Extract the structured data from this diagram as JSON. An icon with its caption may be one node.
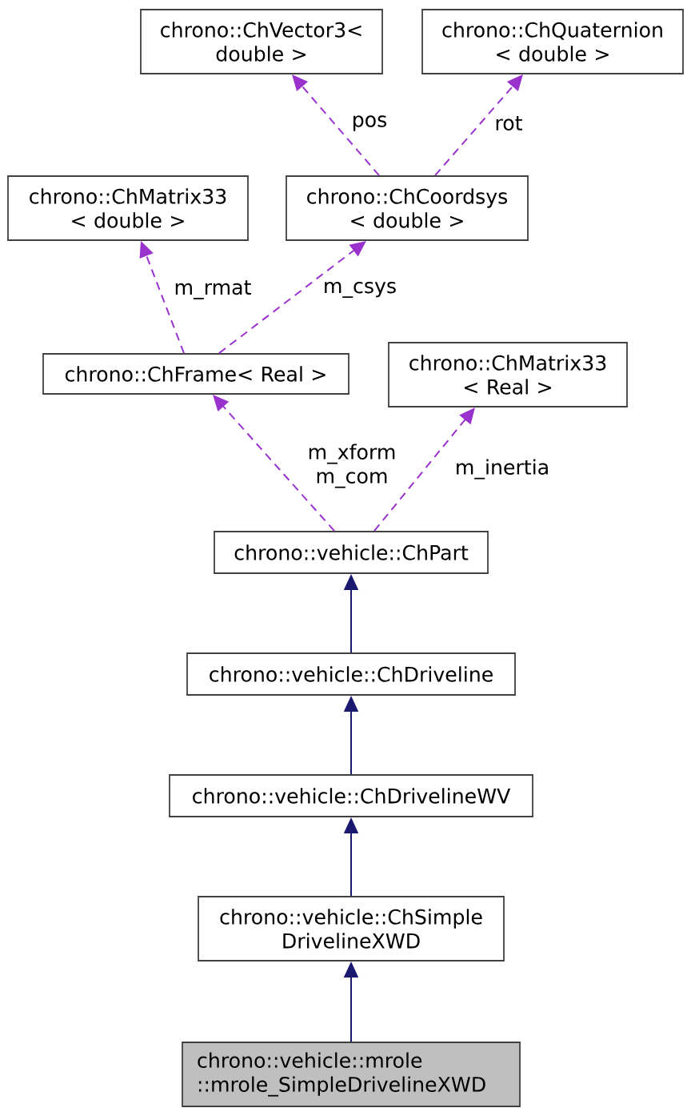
{
  "diagram": {
    "nodes": [
      {
        "text": [
          "chrono::ChVector3< double >"
        ]
      },
      {
        "text": [
          "chrono::ChQuaternion < double >"
        ]
      },
      {
        "text": [
          "chrono::ChMatrix33 < double >"
        ]
      },
      {
        "text": [
          "chrono::ChCoordsys < double >"
        ]
      },
      {
        "text": [
          "chrono::ChFrame< Real >"
        ]
      },
      {
        "text": [
          "chrono::ChMatrix33 < Real >"
        ]
      },
      {
        "text": [
          "chrono::vehicle::ChPart"
        ]
      },
      {
        "text": [
          "chrono::vehicle::ChDriveline"
        ]
      },
      {
        "text": [
          "chrono::vehicle::ChDrivelineWV"
        ]
      },
      {
        "text": [
          "chrono::vehicle::ChSimple DrivelineXWD"
        ]
      },
      {
        "text": [
          "chrono::vehicle::mrole ::mrole_SimpleDrivelineXWD"
        ]
      }
    ],
    "edges": [
      {
        "from": 3,
        "to": 0,
        "arrow": "to",
        "label": "pos",
        "style": "dashed",
        "color": "#9a32cd"
      },
      {
        "from": 3,
        "to": 1,
        "arrow": "to",
        "label": "rot",
        "style": "dashed",
        "color": "#9a32cd"
      },
      {
        "from": 4,
        "to": 2,
        "arrow": "to",
        "label": "m_rmat",
        "style": "dashed",
        "color": "#9a32cd"
      },
      {
        "from": 4,
        "to": 3,
        "arrow": "to",
        "label": "m_csys",
        "style": "dashed",
        "color": "#9a32cd"
      },
      {
        "from": 6,
        "to": 4,
        "arrow": "to",
        "label": "m_xform m_com",
        "style": "dashed",
        "color": "#9a32cd"
      },
      {
        "from": 6,
        "to": 5,
        "arrow": "to",
        "label": "m_inertia",
        "style": "dashed",
        "color": "#9a32cd"
      },
      {
        "from": 7,
        "to": 6,
        "arrow": "to",
        "color": "#191970"
      },
      {
        "from": 8,
        "to": 7,
        "arrow": "to",
        "color": "#191970"
      },
      {
        "from": 9,
        "to": 8,
        "arrow": "to",
        "color": "#191970"
      },
      {
        "from": 10,
        "to": 9,
        "arrow": "to",
        "color": "#191970"
      }
    ]
  }
}
